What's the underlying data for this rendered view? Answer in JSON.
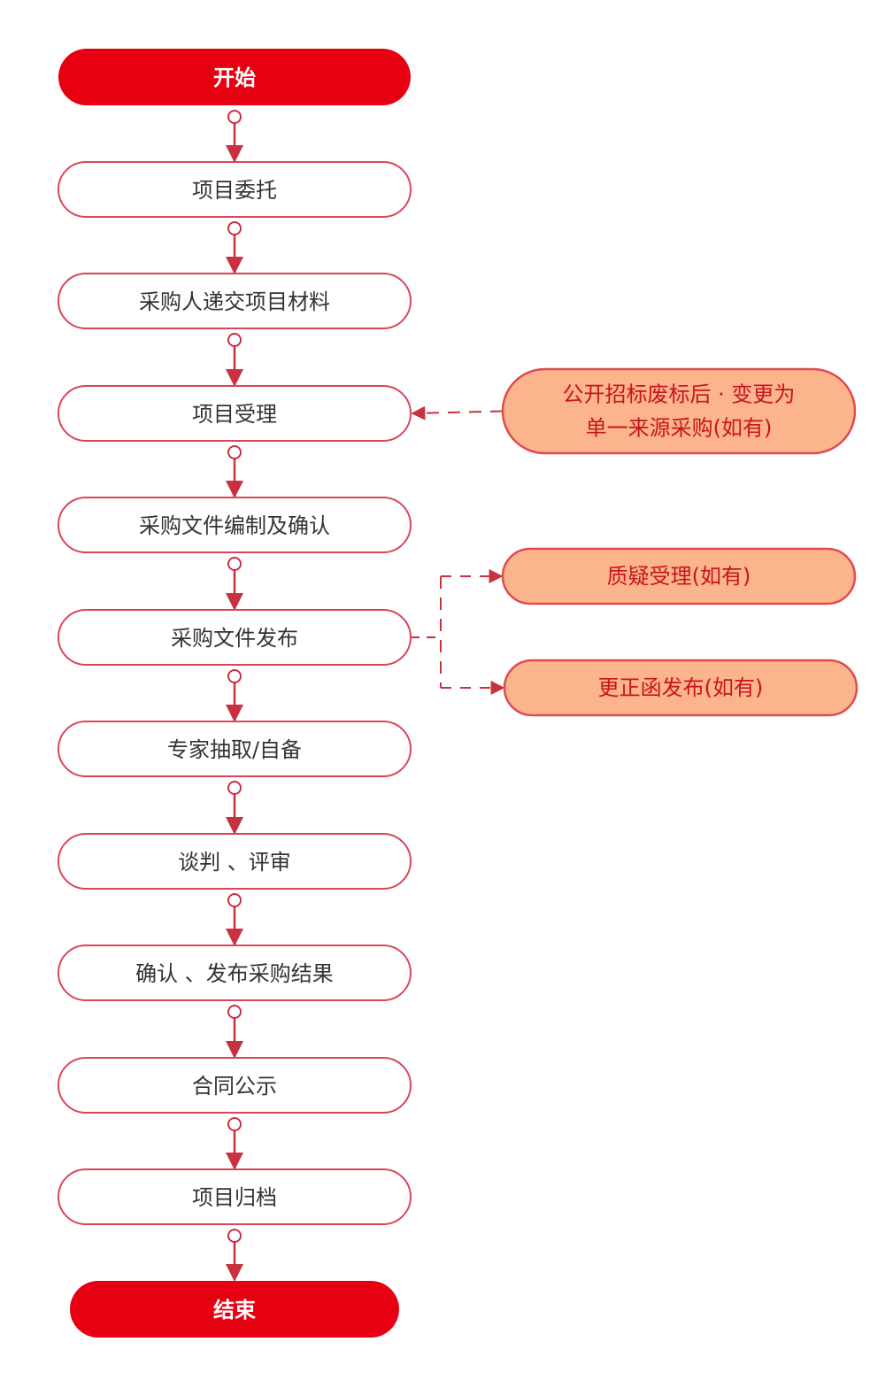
{
  "colors": {
    "accent_red": "#e60012",
    "border_red": "#d9455a",
    "arrow_red": "#c8323f",
    "side_fill": "#fbb48c",
    "side_border": "#e04a50",
    "side_text": "#c8141e",
    "main_text": "#333333",
    "white": "#ffffff"
  },
  "main_flow": [
    {
      "id": "start",
      "label": "开始",
      "kind": "terminal"
    },
    {
      "id": "entrust",
      "label": "项目委托",
      "kind": "process"
    },
    {
      "id": "submit-materials",
      "label": "采购人递交项目材料",
      "kind": "process"
    },
    {
      "id": "accept",
      "label": "项目受理",
      "kind": "process"
    },
    {
      "id": "prepare-docs",
      "label": "采购文件编制及确认",
      "kind": "process"
    },
    {
      "id": "publish-docs",
      "label": "采购文件发布",
      "kind": "process"
    },
    {
      "id": "experts",
      "label": "专家抽取/自备",
      "kind": "process"
    },
    {
      "id": "negotiate",
      "label": "谈判 、评审",
      "kind": "process"
    },
    {
      "id": "confirm-results",
      "label": "确认 、发布采购结果",
      "kind": "process"
    },
    {
      "id": "contract",
      "label": "合同公示",
      "kind": "process"
    },
    {
      "id": "archive",
      "label": "项目归档",
      "kind": "process"
    },
    {
      "id": "end",
      "label": "结束",
      "kind": "terminal"
    }
  ],
  "side_nodes": [
    {
      "id": "single-source",
      "lines": [
        "公开招标废标后 · 变更为",
        "单一来源采购(如有)"
      ],
      "target": "accept"
    },
    {
      "id": "query",
      "lines": [
        "质疑受理(如有)"
      ],
      "source": "publish-docs"
    },
    {
      "id": "correction",
      "lines": [
        "更正函发布(如有)"
      ],
      "source": "publish-docs"
    }
  ]
}
